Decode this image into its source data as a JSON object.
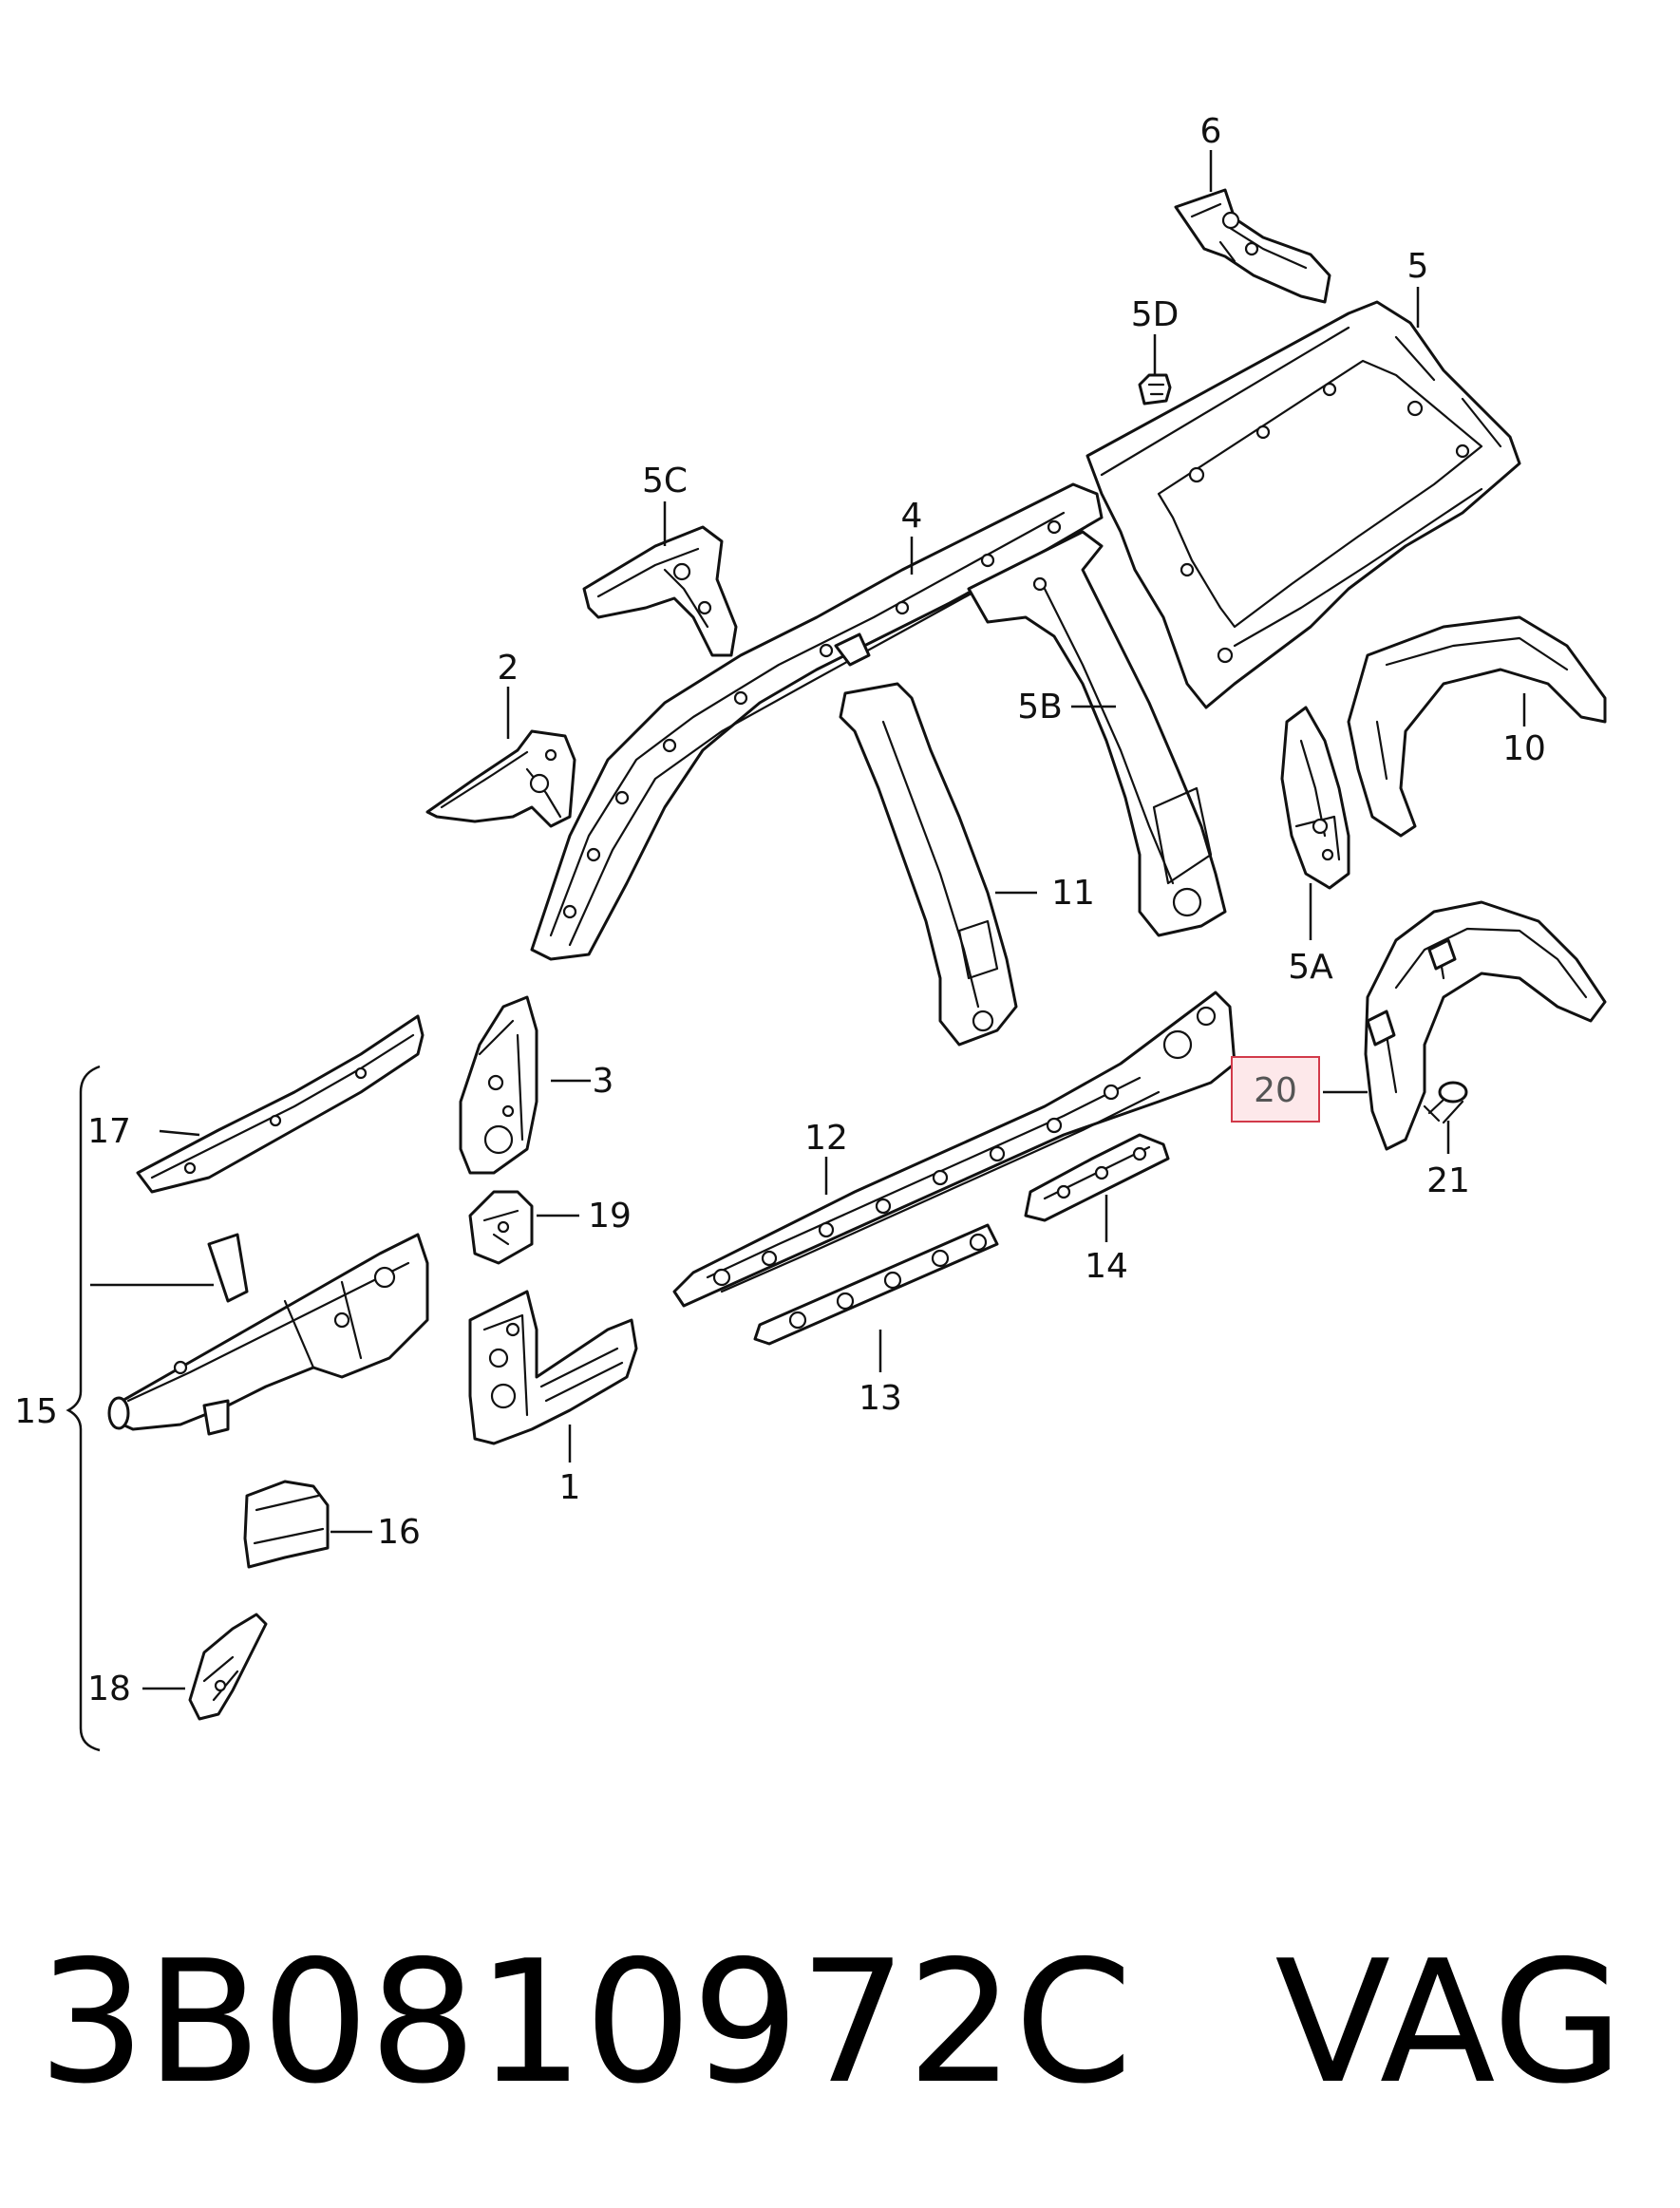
{
  "diagram": {
    "callouts": {
      "c1": "1",
      "c2": "2",
      "c3": "3",
      "c4": "4",
      "c5": "5",
      "c5A": "5A",
      "c5B": "5B",
      "c5C": "5C",
      "c5D": "5D",
      "c6": "6",
      "c10": "10",
      "c11": "11",
      "c12": "12",
      "c13": "13",
      "c14": "14",
      "c15": "15",
      "c16": "16",
      "c17": "17",
      "c18": "18",
      "c19": "19",
      "c20": "20",
      "c21": "21"
    },
    "highlighted_callout": "20",
    "highlight_color": "#d23a4a"
  },
  "footer": {
    "part_number": "3B0810972C",
    "brand": "VAG"
  }
}
